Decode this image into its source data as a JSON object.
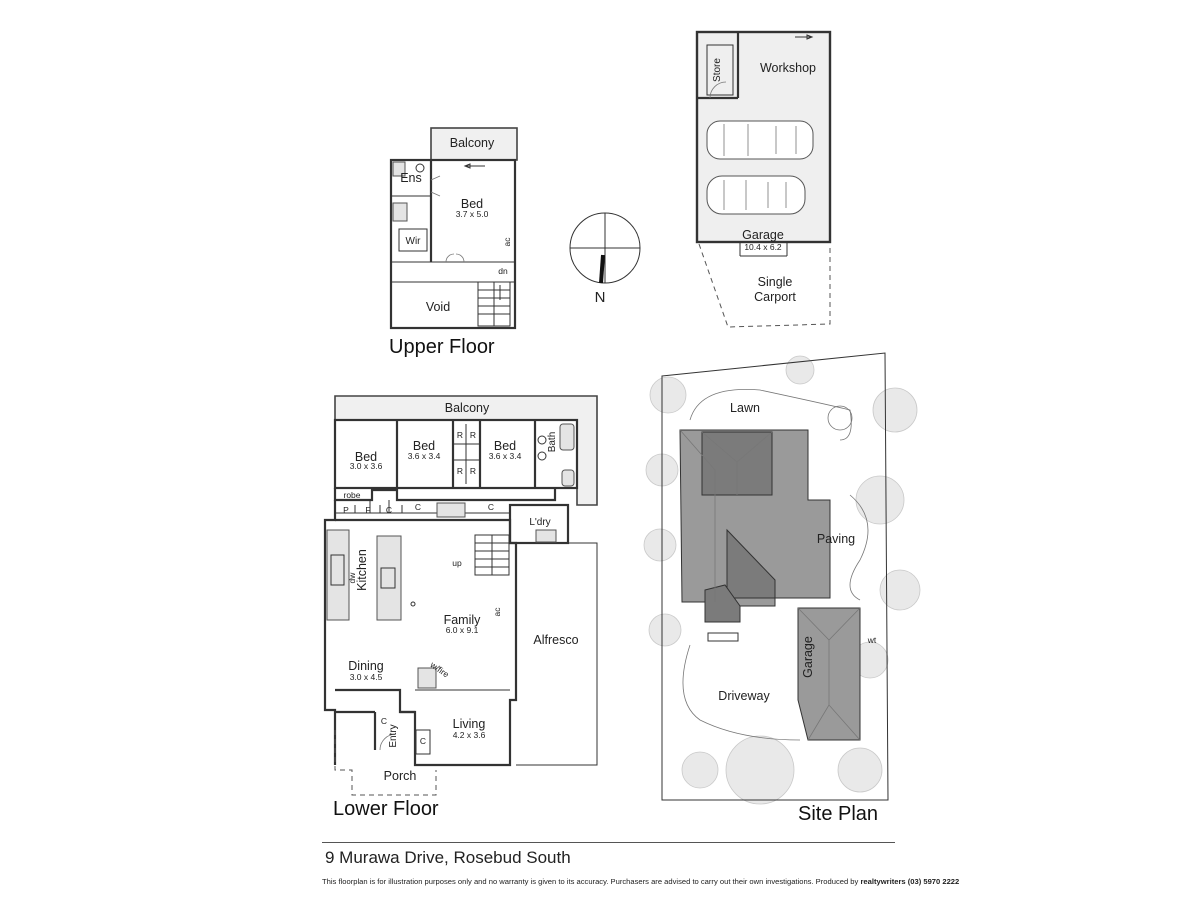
{
  "headings": {
    "upper_floor": "Upper Floor",
    "lower_floor": "Lower Floor",
    "site_plan": "Site  Plan"
  },
  "compass": {
    "north": "N"
  },
  "upper": {
    "balcony": "Balcony",
    "ens": "Ens",
    "bed": "Bed",
    "bed_dim": "3.7 x 5.0",
    "wir": "Wir",
    "ac": "ac",
    "dn": "dn",
    "void": "Void"
  },
  "garage_plan": {
    "store": "Store",
    "workshop": "Workshop",
    "garage": "Garage",
    "garage_dim": "10.4 x 6.2",
    "carport_line1": "Single",
    "carport_line2": "Carport"
  },
  "lower": {
    "balcony": "Balcony",
    "bed1": "Bed",
    "bed1_dim": "3.0 x 3.6",
    "bed2": "Bed",
    "bed2_dim": "3.6 x 3.4",
    "bed3": "Bed",
    "bed3_dim": "3.6 x 3.4",
    "bath": "Bath",
    "robe": "robe",
    "r": "R",
    "c": "C",
    "p": "P",
    "f": "F",
    "laundry": "L'dry",
    "up": "up",
    "dw": "dw",
    "kitchen": "Kitchen",
    "family": "Family",
    "family_dim": "6.0 x 9.1",
    "ac": "ac",
    "alfresco": "Alfresco",
    "dining": "Dining",
    "dining_dim": "3.0 x 4.5",
    "wfire": "w/fire",
    "entry": "Entry",
    "living": "Living",
    "living_dim": "4.2 x 3.6",
    "porch": "Porch"
  },
  "site": {
    "lawn": "Lawn",
    "paving": "Paving",
    "garage": "Garage",
    "wt": "wt",
    "driveway": "Driveway"
  },
  "footer": {
    "address": "9 Murawa Drive, Rosebud South",
    "disclaimer": "This floorplan is for illustration purposes only and no warranty is given to its accuracy. Purchasers are advised to carry out their own investigations. Produced by",
    "producer": "realtywriters (03) 5970 2222"
  }
}
